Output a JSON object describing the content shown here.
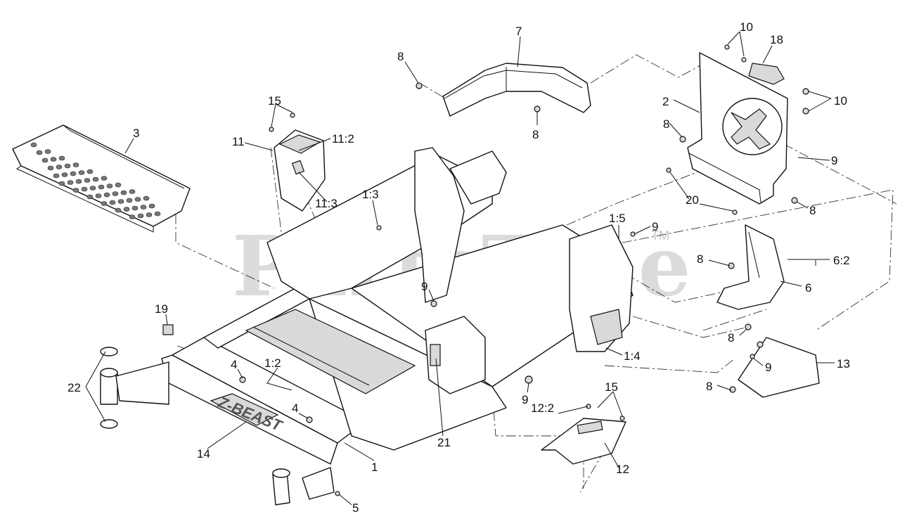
{
  "watermark": {
    "text": "PartsTree",
    "trademark": "TM"
  },
  "decal_14_text": "Z-BEAST",
  "callouts": [
    {
      "id": "c7",
      "label": "7"
    },
    {
      "id": "c8a",
      "label": "8"
    },
    {
      "id": "c8b",
      "label": "8"
    },
    {
      "id": "c10a",
      "label": "10"
    },
    {
      "id": "c18",
      "label": "18"
    },
    {
      "id": "c10b",
      "label": "10"
    },
    {
      "id": "c2",
      "label": "2"
    },
    {
      "id": "c8c",
      "label": "8"
    },
    {
      "id": "c9a",
      "label": "9"
    },
    {
      "id": "c15a",
      "label": "15"
    },
    {
      "id": "c3",
      "label": "3"
    },
    {
      "id": "c11",
      "label": "11"
    },
    {
      "id": "c11-2",
      "label": "11:2"
    },
    {
      "id": "c11-3",
      "label": "11:3"
    },
    {
      "id": "c1-3",
      "label": "1:3"
    },
    {
      "id": "c20",
      "label": "20"
    },
    {
      "id": "c8d",
      "label": "8"
    },
    {
      "id": "c1-5",
      "label": "1:5"
    },
    {
      "id": "c9b",
      "label": "9"
    },
    {
      "id": "c8e",
      "label": "8"
    },
    {
      "id": "c6-2",
      "label": "6:2"
    },
    {
      "id": "c6",
      "label": "6"
    },
    {
      "id": "c9c",
      "label": "9"
    },
    {
      "id": "c19",
      "label": "19"
    },
    {
      "id": "c8f",
      "label": "8"
    },
    {
      "id": "c13",
      "label": "13"
    },
    {
      "id": "c1-4",
      "label": "1:4"
    },
    {
      "id": "c9d",
      "label": "9"
    },
    {
      "id": "c8g",
      "label": "8"
    },
    {
      "id": "c22",
      "label": "22"
    },
    {
      "id": "c4a",
      "label": "4"
    },
    {
      "id": "c1-2",
      "label": "1:2"
    },
    {
      "id": "c15b",
      "label": "15"
    },
    {
      "id": "c12-2",
      "label": "12:2"
    },
    {
      "id": "c9e",
      "label": "9"
    },
    {
      "id": "c4b",
      "label": "4"
    },
    {
      "id": "c14",
      "label": "14"
    },
    {
      "id": "c21",
      "label": "21"
    },
    {
      "id": "c12",
      "label": "12"
    },
    {
      "id": "c1",
      "label": "1"
    },
    {
      "id": "c5",
      "label": "5"
    }
  ]
}
